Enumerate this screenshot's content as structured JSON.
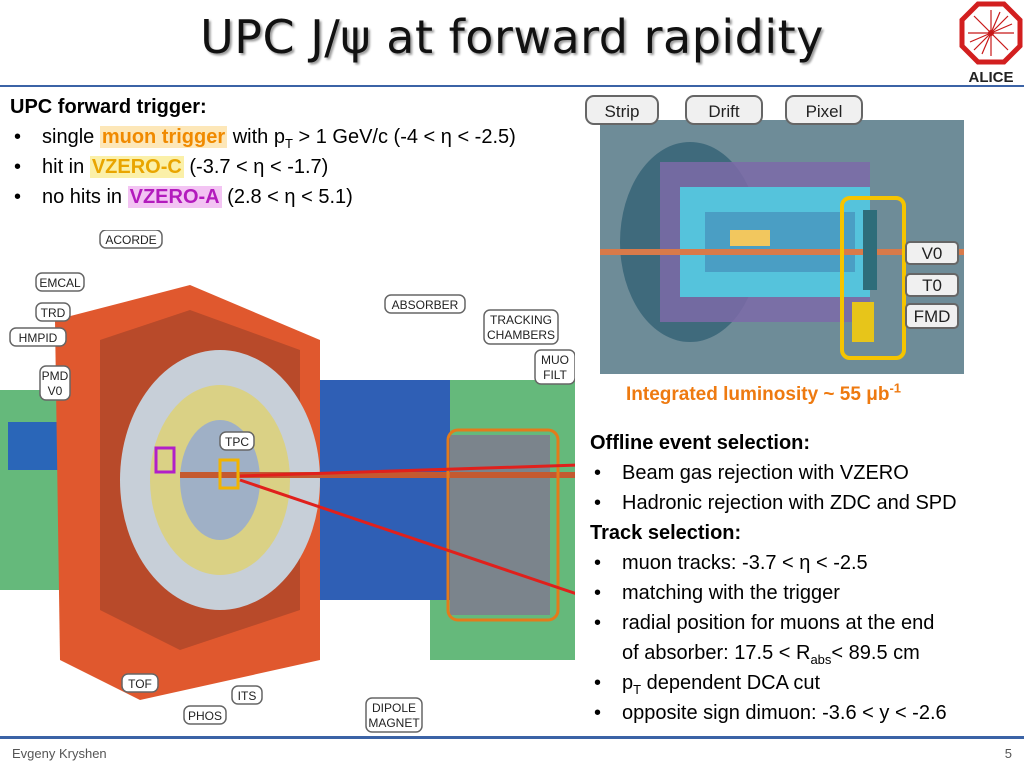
{
  "slide": {
    "title": "UPC J/ψ at forward rapidity",
    "logo_text": "ALICE",
    "footer_author": "Evgeny Kryshen",
    "page_number": "5"
  },
  "trigger": {
    "heading": "UPC forward trigger:",
    "items": [
      {
        "pre": "single ",
        "highlight": "muon trigger",
        "post_a": " with p",
        "sub": "T",
        "post_b": " > 1 GeV/c (-4 < η < -2.5)"
      },
      {
        "pre": "hit in ",
        "highlight": "VZERO-C",
        "post": " (-3.7 < η < -1.7)"
      },
      {
        "pre": "no hits in ",
        "highlight": "VZERO-A",
        "post": " (2.8 < η < 5.1)"
      }
    ]
  },
  "luminosity": {
    "text": "Integrated luminosity ~ 55 μb",
    "sup": "-1"
  },
  "offline": {
    "heading": "Offline event selection:",
    "items": [
      "Beam gas rejection with VZERO",
      "Hadronic rejection with ZDC and SPD"
    ]
  },
  "track": {
    "heading": "Track selection:",
    "items": [
      "muon tracks: -3.7 < η < -2.5",
      "matching with the trigger"
    ],
    "radial_line1": "radial position for muons at the end",
    "radial_line2_pre": "of absorber:  17.5 < R",
    "radial_sub": "abs",
    "radial_line2_post": "< 89.5 cm",
    "dca_pre": "p",
    "dca_sub": "T",
    "dca_post": " dependent DCA cut",
    "dimuon": "opposite sign dimuon: -3.6 < y < -2.6"
  },
  "detector_labels": {
    "acorde": "ACORDE",
    "emcal": "EMCAL",
    "trd": "TRD",
    "hmpid": "HMPID",
    "pmd": "PMD",
    "v0": "V0",
    "absorber": "ABSORBER",
    "tracking1": "TRACKING",
    "tracking2": "CHAMBERS",
    "muon1": "MUO",
    "muon2": "FILT",
    "tpc": "TPC",
    "tof": "TOF",
    "its": "ITS",
    "phos": "PHOS",
    "dipole1": "DIPOLE",
    "dipole2": "MAGNET"
  },
  "inset_labels": {
    "strip": "Strip",
    "drift": "Drift",
    "pixel": "Pixel",
    "v0": "V0",
    "t0": "T0",
    "fmd": "FMD"
  },
  "colors": {
    "accent_blue": "#3b63a6",
    "orange_text": "#ee7a10",
    "red_line": "#e0201c"
  }
}
